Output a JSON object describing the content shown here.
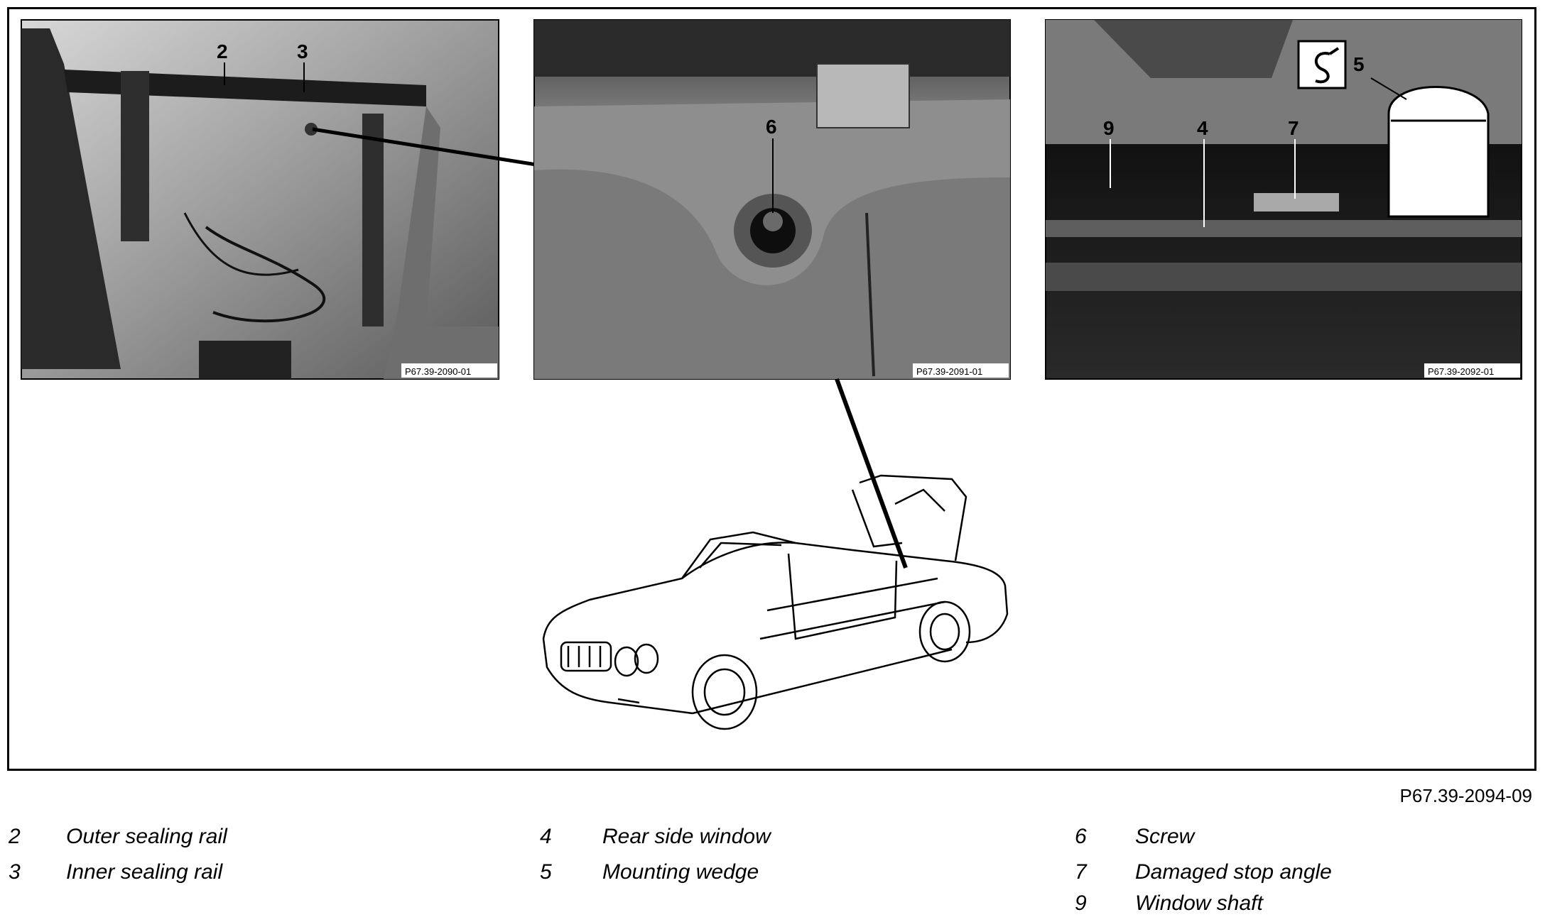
{
  "figure_reference": "P67.39-2094-09",
  "panels": [
    {
      "code": "P67.39-2090-01",
      "callouts": [
        "2",
        "3"
      ]
    },
    {
      "code": "P67.39-2091-01",
      "callouts": [
        "6"
      ]
    },
    {
      "code": "P67.39-2092-01",
      "callouts": [
        "9",
        "4",
        "7",
        "5"
      ]
    }
  ],
  "legend": [
    {
      "num": "2",
      "label": "Outer sealing rail"
    },
    {
      "num": "3",
      "label": "Inner sealing rail"
    },
    {
      "num": "4",
      "label": "Rear side window"
    },
    {
      "num": "5",
      "label": "Mounting wedge"
    },
    {
      "num": "6",
      "label": "Screw"
    },
    {
      "num": "7",
      "label": "Damaged stop angle"
    },
    {
      "num": "9",
      "label": "Window shaft"
    }
  ],
  "icons": [
    "tool-icon"
  ]
}
